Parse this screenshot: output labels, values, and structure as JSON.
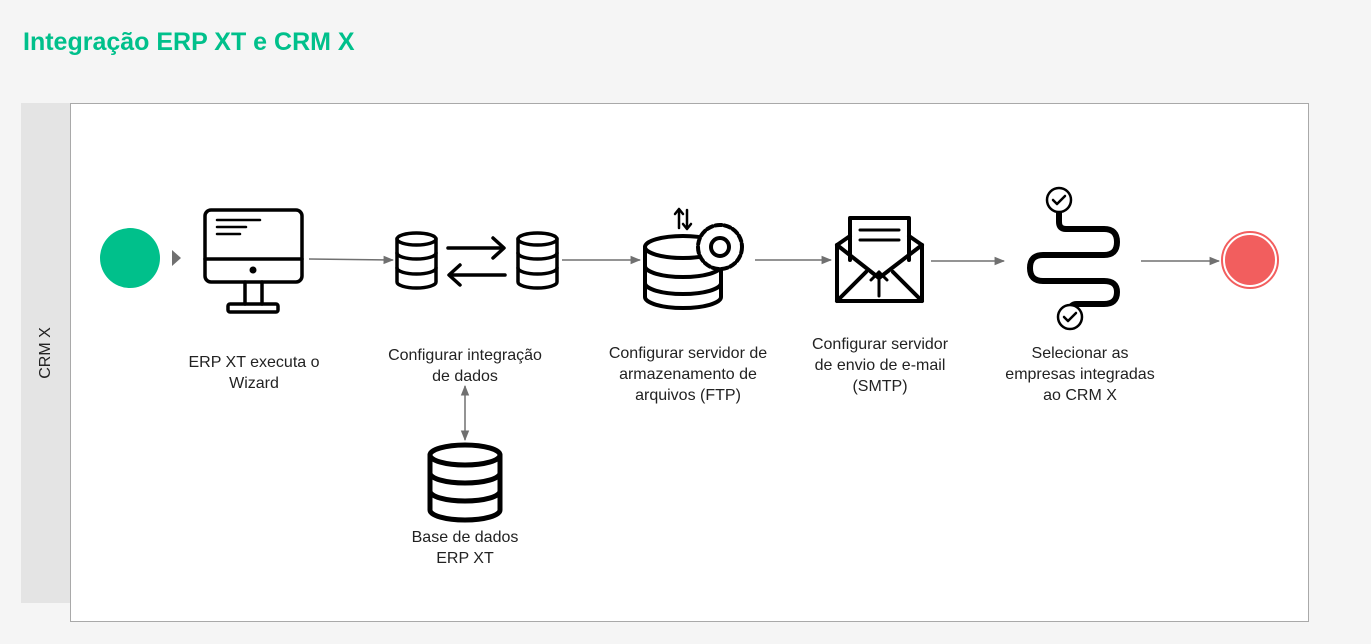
{
  "title": "Integração ERP XT e CRM X",
  "lane": {
    "label": "CRM X"
  },
  "colors": {
    "title": "#00c08b",
    "start_event": "#00c08b",
    "end_event": "#f25e5e",
    "connector": "#707070",
    "icon_stroke": "#000000"
  },
  "nodes": {
    "start": {
      "kind": "start-event"
    },
    "wizard": {
      "icon": "monitor-icon",
      "label": "ERP XT executa o\nWizard"
    },
    "data_integration": {
      "icon": "database-sync-icon",
      "label": "Configurar integração\nde dados"
    },
    "database": {
      "icon": "database-icon",
      "label": "Base de dados\nERP XT"
    },
    "ftp": {
      "icon": "database-gear-icon",
      "label": "Configurar servidor de\narmazenamento de\narquivos (FTP)"
    },
    "smtp": {
      "icon": "mail-upload-icon",
      "label": "Configurar servidor\nde envio de e-mail\n(SMTP)"
    },
    "select_companies": {
      "icon": "path-check-icon",
      "label": "Selecionar as\nempresas integradas\nao CRM X"
    },
    "end": {
      "kind": "end-event"
    }
  }
}
